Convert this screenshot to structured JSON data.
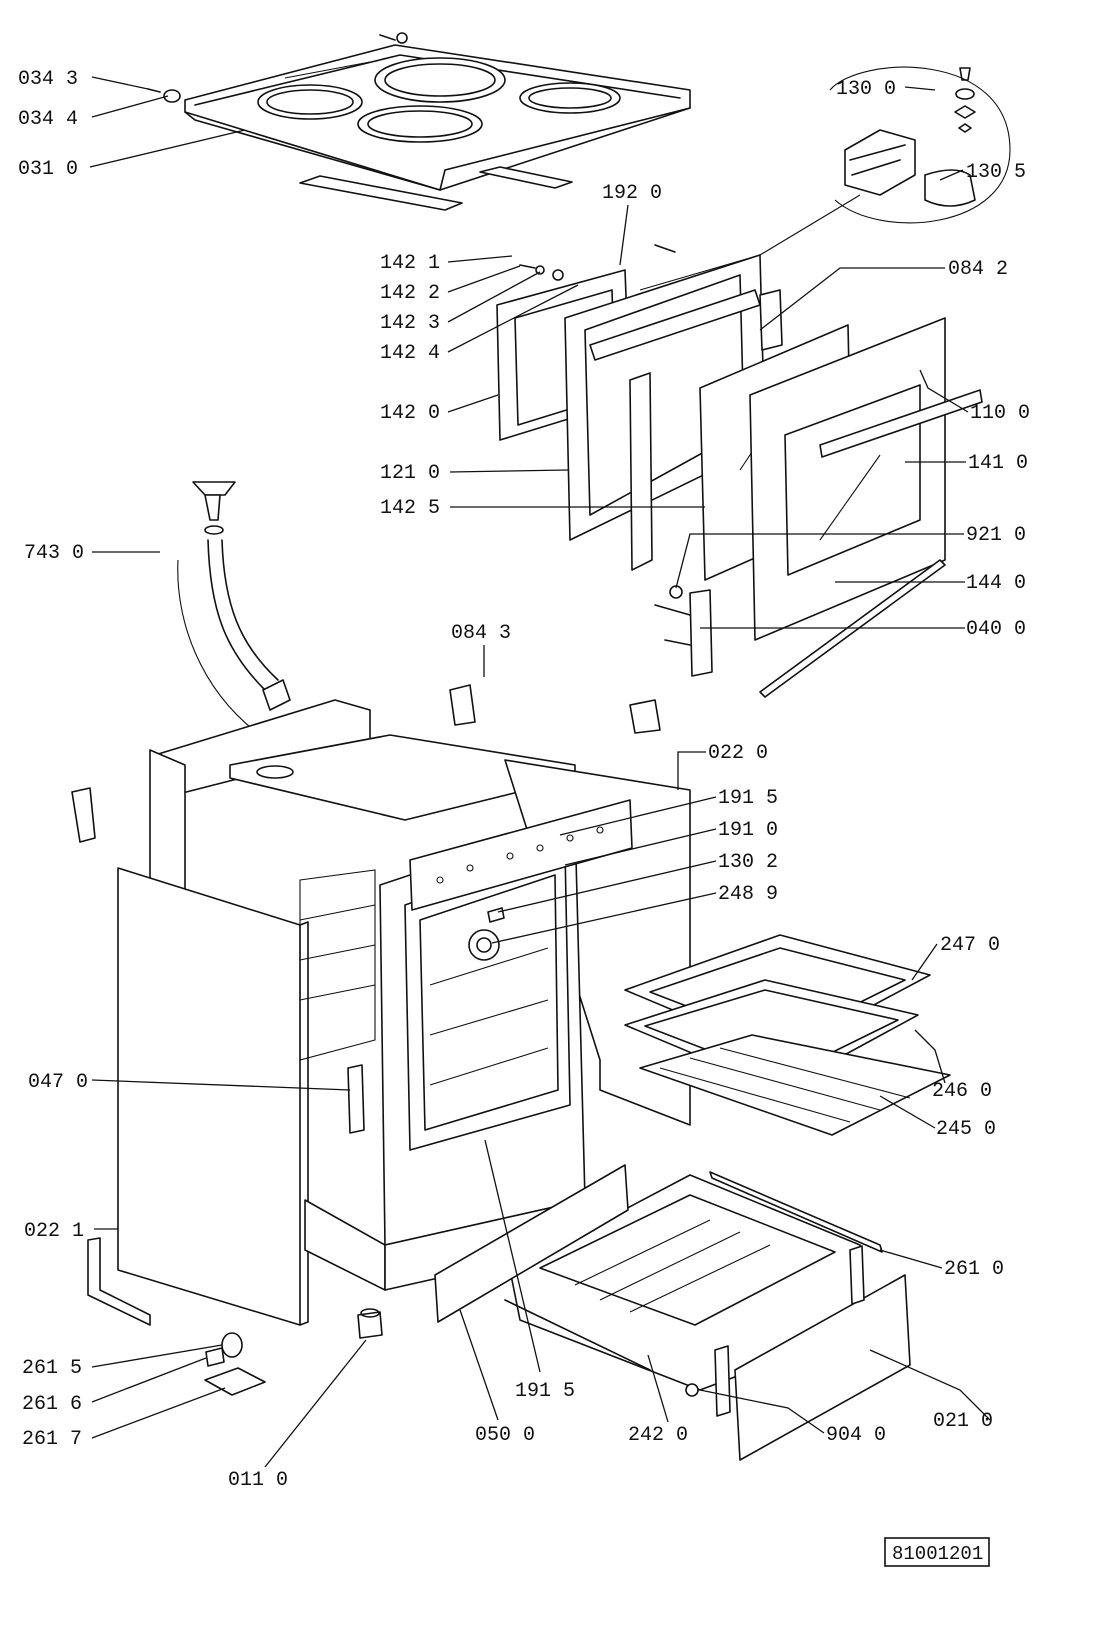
{
  "document_number": "81001201",
  "callouts": [
    "034 3",
    "034 4",
    "031 0",
    "130 0",
    "130 5",
    "192 0",
    "142 1",
    "142 2",
    "142 3",
    "142 4",
    "142 0",
    "084 2",
    "110 0",
    "121 0",
    "141 0",
    "142 5",
    "921 0",
    "743 0",
    "144 0",
    "040 0",
    "084 3",
    "022 0",
    "191 5",
    "191 0",
    "130 2",
    "248 9",
    "247 0",
    "047 0",
    "246 0",
    "245 0",
    "022 1",
    "261 0",
    "261 5",
    "191 5",
    "261 6",
    "050 0",
    "242 0",
    "904 0",
    "021 0",
    "261 7",
    "011 0"
  ]
}
